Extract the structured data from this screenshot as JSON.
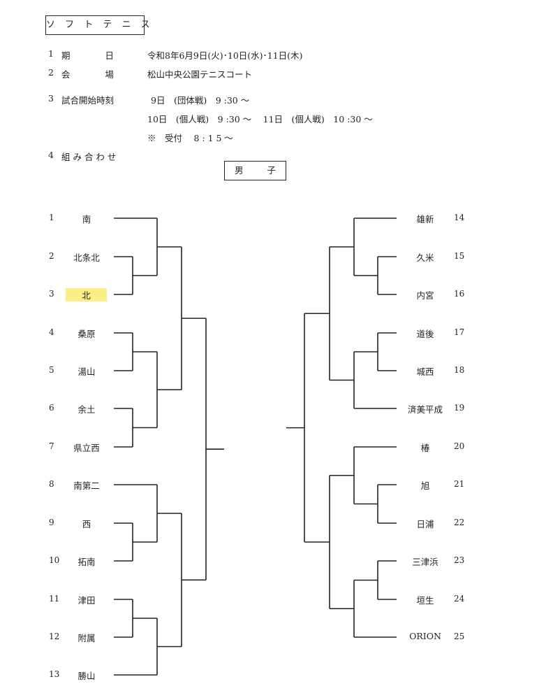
{
  "title": "ソ フ ト テ ニ ス",
  "info": [
    {
      "num": "1",
      "label": "期　　　　日",
      "value": "令和8年6月9日(火)･10日(水)･11日(木)"
    },
    {
      "num": "2",
      "label": "会　　　　場",
      "value": "松山中央公園テニスコート"
    },
    {
      "num": "3",
      "label": "試合開始時刻",
      "lines": [
        "9日　(団体戦)　9 :30 〜",
        "10日　(個人戦)　9 :30 〜　 11日　(個人戦)　10 :30 〜",
        "※　受付　 8 : 1 5 〜"
      ]
    },
    {
      "num": "4",
      "label": "組 み 合 わ せ"
    }
  ],
  "section": "男 子",
  "left_teams": [
    {
      "num": "1",
      "name": "南"
    },
    {
      "num": "2",
      "name": "北条北"
    },
    {
      "num": "3",
      "name": "北",
      "highlight": true
    },
    {
      "num": "4",
      "name": "桑原"
    },
    {
      "num": "5",
      "name": "湯山"
    },
    {
      "num": "6",
      "name": "余土"
    },
    {
      "num": "7",
      "name": "県立西"
    },
    {
      "num": "8",
      "name": "南第二"
    },
    {
      "num": "9",
      "name": "西"
    },
    {
      "num": "10",
      "name": "拓南"
    },
    {
      "num": "11",
      "name": "津田"
    },
    {
      "num": "12",
      "name": "附属"
    },
    {
      "num": "13",
      "name": "勝山"
    }
  ],
  "right_teams": [
    {
      "num": "14",
      "name": "雄新"
    },
    {
      "num": "15",
      "name": "久米"
    },
    {
      "num": "16",
      "name": "内宮"
    },
    {
      "num": "17",
      "name": "道後"
    },
    {
      "num": "18",
      "name": "城西"
    },
    {
      "num": "19",
      "name": "済美平成"
    },
    {
      "num": "20",
      "name": "椿"
    },
    {
      "num": "21",
      "name": "旭"
    },
    {
      "num": "22",
      "name": "日浦"
    },
    {
      "num": "23",
      "name": "三津浜"
    },
    {
      "num": "24",
      "name": "垣生"
    },
    {
      "num": "25",
      "name": "ORION"
    }
  ],
  "colors": {
    "line": "#222222",
    "highlight": "#fbee86"
  }
}
